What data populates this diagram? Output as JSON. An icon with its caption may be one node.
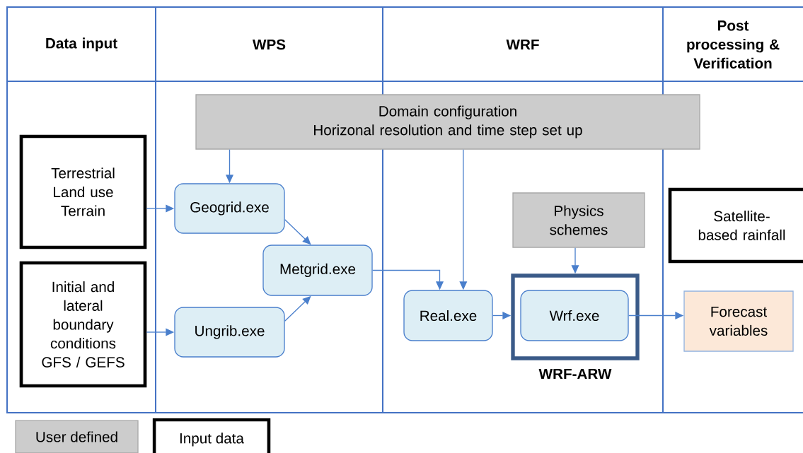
{
  "diagram": {
    "nodes": [
      {
        "text": [
          "Domain configuration",
          "Horizonal resolution and time step set up"
        ]
      },
      {
        "text": [
          "Terrestrial Land use Terrain"
        ]
      },
      {
        "text": [
          "Initial and lateral boundary conditions GFS / GEFS"
        ]
      },
      {
        "text": [
          "Geogrid.exe"
        ]
      },
      {
        "text": [
          "Metgrid.exe"
        ]
      },
      {
        "text": [
          "Ungrib.exe"
        ]
      },
      {
        "text": [
          "Real.exe"
        ]
      },
      {
        "text": [
          "Physics schemes"
        ]
      },
      {
        "text": [
          "WRF-ARW"
        ]
      },
      {
        "text": [
          "Wrf.exe"
        ],
        "in": 8
      },
      {
        "text": [
          "Satellite- based rainfall"
        ]
      },
      {
        "text": [
          "Forecast variables"
        ]
      }
    ],
    "edges": [
      {
        "from": 0,
        "to": 3,
        "arrow": "to"
      },
      {
        "from": 1,
        "to": 3,
        "arrow": "to"
      },
      {
        "from": 2,
        "to": 5,
        "arrow": "to"
      },
      {
        "from": 3,
        "to": 4,
        "arrow": "to"
      },
      {
        "from": 5,
        "to": 4,
        "arrow": "to"
      },
      {
        "from": 4,
        "to": 6,
        "arrow": "to"
      },
      {
        "from": 0,
        "to": 6,
        "arrow": "to"
      },
      {
        "from": 6,
        "to": 8,
        "arrow": "to"
      },
      {
        "from": 7,
        "to": 8,
        "arrow": "to"
      },
      {
        "from": 9,
        "to": 11,
        "arrow": "to"
      }
    ],
    "labels": [
      "Data input",
      "WPS",
      "WRF",
      "Post processing & Verification"
    ],
    "legend": [
      {
        "text": "User defined",
        "color": "#cccccc"
      },
      {
        "text": "Input data"
      }
    ]
  }
}
